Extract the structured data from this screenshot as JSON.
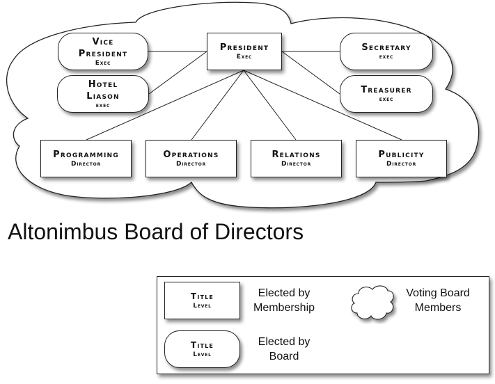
{
  "title": "Altonimbus Board of Directors",
  "nodes": {
    "president": {
      "title": "President",
      "level": "Exec",
      "shape": "rectangle"
    },
    "vice_president": {
      "title_line1": "Vice",
      "title_line2": "President",
      "level": "Exec",
      "shape": "rounded"
    },
    "hotel_liason": {
      "title_line1": "Hotel",
      "title_line2": "Liason",
      "level": "exec",
      "shape": "rounded"
    },
    "secretary": {
      "title": "Secretary",
      "level": "exec",
      "shape": "rounded"
    },
    "treasurer": {
      "title": "Treasurer",
      "level": "exec",
      "shape": "rounded"
    },
    "programming": {
      "title": "Programming",
      "level": "Director",
      "shape": "rectangle"
    },
    "operations": {
      "title": "Operations",
      "level": "Director",
      "shape": "rectangle"
    },
    "relations": {
      "title": "Relations",
      "level": "Director",
      "shape": "rectangle"
    },
    "publicity": {
      "title": "Publicity",
      "level": "Director",
      "shape": "rectangle"
    }
  },
  "connections": [
    [
      "president",
      "vice_president"
    ],
    [
      "president",
      "hotel_liason"
    ],
    [
      "president",
      "secretary"
    ],
    [
      "president",
      "treasurer"
    ],
    [
      "president",
      "programming"
    ],
    [
      "president",
      "operations"
    ],
    [
      "president",
      "relations"
    ],
    [
      "president",
      "publicity"
    ]
  ],
  "legend": {
    "rect_sample": {
      "title": "Title",
      "level": "Level"
    },
    "rect_label_line1": "Elected by",
    "rect_label_line2": "Membership",
    "pill_sample": {
      "title": "Title",
      "level": "Level"
    },
    "pill_label_line1": "Elected by",
    "pill_label_line2": "Board",
    "cloud_label_line1": "Voting Board",
    "cloud_label_line2": "Members"
  }
}
